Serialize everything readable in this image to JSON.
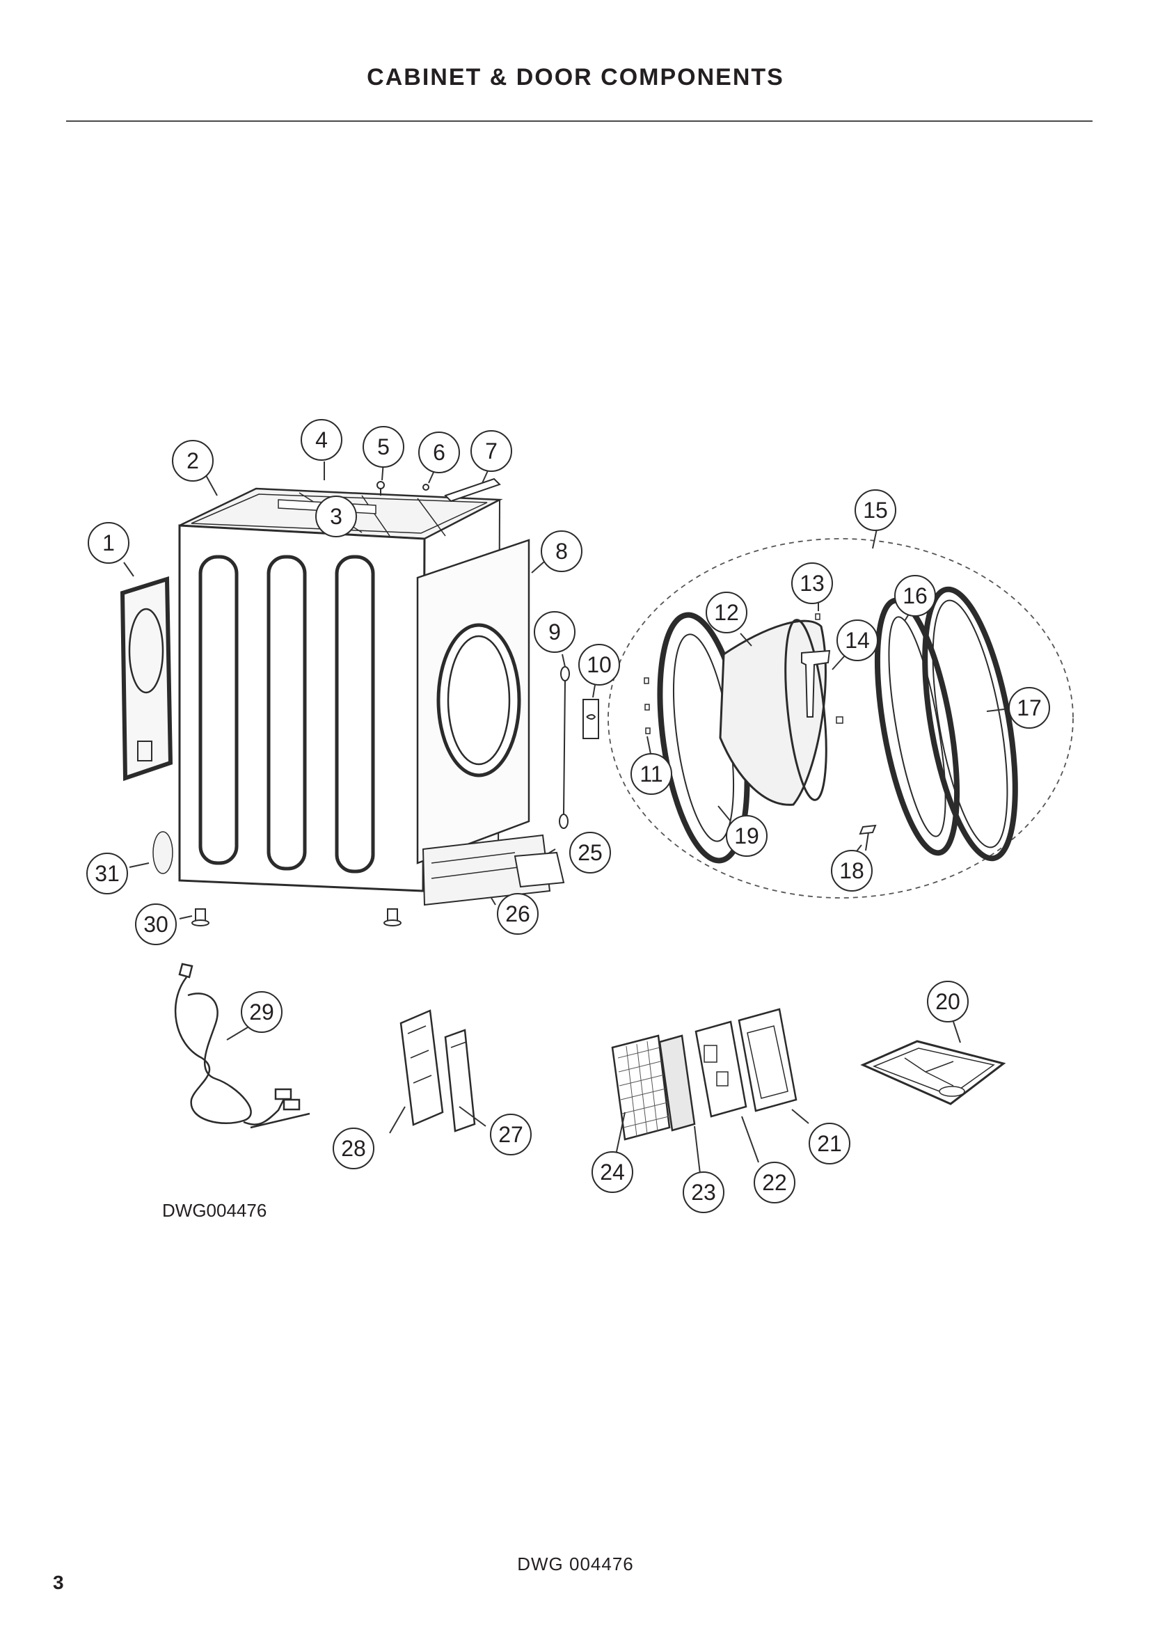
{
  "header": {
    "title": "CABINET & DOOR COMPONENTS"
  },
  "diagram": {
    "callouts": [
      "1",
      "2",
      "3",
      "4",
      "5",
      "6",
      "7",
      "8",
      "9",
      "10",
      "11",
      "12",
      "13",
      "14",
      "15",
      "16",
      "17",
      "18",
      "19",
      "20",
      "21",
      "22",
      "23",
      "24",
      "25",
      "26",
      "27",
      "28",
      "29",
      "30",
      "31"
    ],
    "figure_code": "DWG004476"
  },
  "footer": {
    "drawing_code": "DWG 004476",
    "page_number": "3"
  }
}
